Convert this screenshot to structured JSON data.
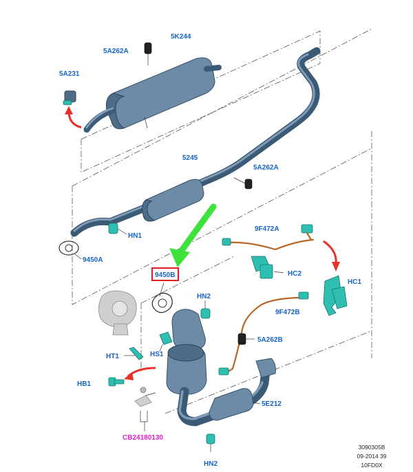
{
  "diagram": {
    "labels": {
      "5K244": "5K244",
      "5A262A_top": "5A262A",
      "5A231": "5A231",
      "5245": "5245",
      "5A262A_mid": "5A262A",
      "HN1": "HN1",
      "9450A": "9450A",
      "9F472A": "9F472A",
      "HC2": "HC2",
      "HC1": "HC1",
      "9450B": "9450B",
      "HN2_top": "HN2",
      "9F472B": "9F472B",
      "5A262B": "5A262B",
      "HT1": "HT1",
      "HS1": "HS1",
      "HB1": "HB1",
      "5E212": "5E212",
      "CB24180130": "CB24180130",
      "HN2_bottom": "HN2"
    },
    "footer": {
      "line1": "3090305B",
      "line2": "09-2014 39",
      "line3": "10FD0X"
    },
    "colors": {
      "label_blue": "#1565c8",
      "label_magenta": "#e020c8",
      "highlight_box": "#e02020",
      "green_arrow": "#3fe23a",
      "red_arrow": "#e8302b",
      "part_teal": "#2fbfb2",
      "pipe_steel": "#4e6c88"
    }
  }
}
